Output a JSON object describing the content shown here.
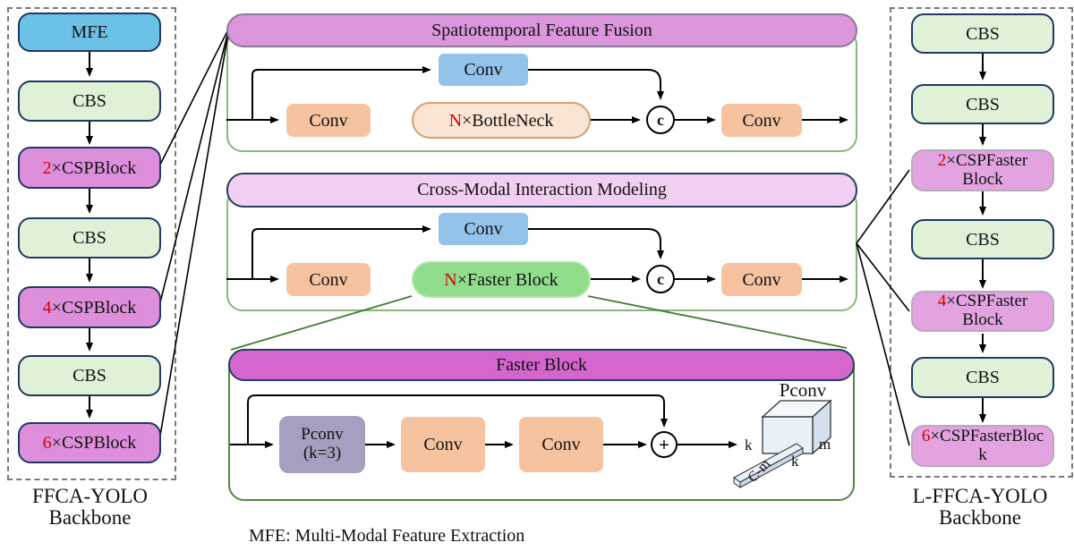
{
  "left_backbone": {
    "caption_line1": "FFCA-YOLO",
    "caption_line2": "Backbone",
    "blocks": [
      {
        "prefix": "",
        "label": "MFE"
      },
      {
        "prefix": "",
        "label": "CBS"
      },
      {
        "prefix": "2",
        "label": "×CSPBlock"
      },
      {
        "prefix": "",
        "label": "CBS"
      },
      {
        "prefix": "4",
        "label": "×CSPBlock"
      },
      {
        "prefix": "",
        "label": "CBS"
      },
      {
        "prefix": "6",
        "label": "×CSPBlock"
      }
    ]
  },
  "right_backbone": {
    "caption_line1": "L-FFCA-YOLO",
    "caption_line2": "Backbone",
    "blocks": [
      {
        "prefix": "",
        "label": "CBS"
      },
      {
        "prefix": "",
        "label": "CBS"
      },
      {
        "prefix": "2",
        "label": "×CSPFaster Block"
      },
      {
        "prefix": "",
        "label": "CBS"
      },
      {
        "prefix": "4",
        "label": "×CSPFaster Block"
      },
      {
        "prefix": "",
        "label": "CBS"
      },
      {
        "prefix": "6",
        "label": "×CSPFasterBlock"
      }
    ]
  },
  "fusion_panel": {
    "title": "Spatiotemporal Feature Fusion",
    "conv_top": "Conv",
    "conv_in": "Conv",
    "core_prefix": "N",
    "core_label": "×BottleNeck",
    "concat_symbol": "c",
    "conv_out": "Conv"
  },
  "crossmodal_panel": {
    "title": "Cross-Modal Interaction Modeling",
    "conv_top": "Conv",
    "conv_in": "Conv",
    "core_prefix": "N",
    "core_label": "×Faster Block",
    "concat_symbol": "c",
    "conv_out": "Conv"
  },
  "faster_panel": {
    "title": "Faster Block",
    "pconv_line1": "Pconv",
    "pconv_line2": "(k=3)",
    "conv1": "Conv",
    "conv2": "Conv",
    "add_symbol": "+",
    "diagram": {
      "title": "Pconv",
      "k_left": "k",
      "k_bottom": "k",
      "m_right": "m",
      "c_minus_m": "C-m"
    }
  },
  "footnote": "MFE: Multi-Modal Feature Extraction",
  "colors": {
    "mfe_blue": "#6cc1e6",
    "cbs_green": "#dff2d8",
    "csp_pink": "#de8fdb",
    "cspfaster_pink": "#e2a3e0",
    "fusion_header": "#dc96dc",
    "crossmodal_header": "#f2cff2",
    "fasterblock_header": "#d466ce",
    "conv_blue": "#93c2ea",
    "conv_orange": "#f6c3a0",
    "bottleneck_peach": "#fae4d4",
    "fasterblock_green": "#90de8c",
    "pconv_gray": "#a89fc0",
    "panel_border_green": "#8ab77e",
    "number_red": "#d40000"
  }
}
